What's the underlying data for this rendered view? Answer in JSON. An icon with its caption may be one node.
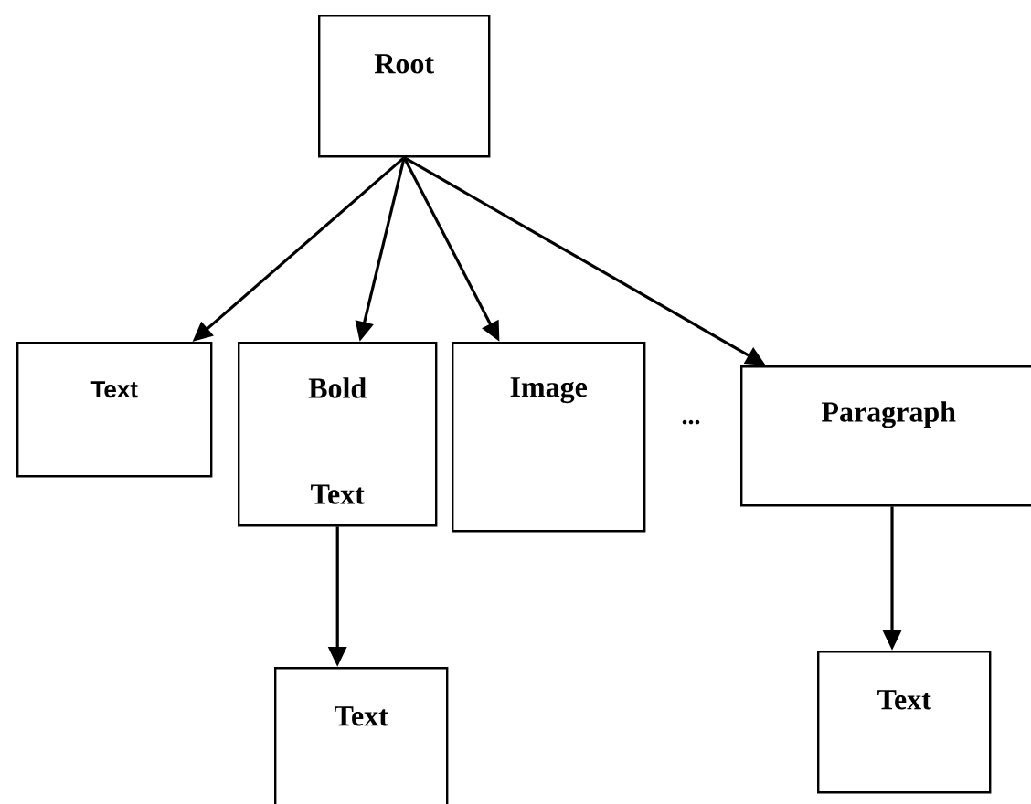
{
  "diagram": {
    "nodes": [
      {
        "text": [
          "Root"
        ]
      },
      {
        "text": [
          "Text"
        ]
      },
      {
        "text": [
          "Bold Text"
        ]
      },
      {
        "text": [
          "Image"
        ]
      },
      {
        "text": [
          "Paragraph"
        ]
      },
      {
        "text": [
          "Text"
        ]
      },
      {
        "text": [
          "Text"
        ]
      }
    ],
    "edges": [
      {
        "from": 0,
        "to": 1,
        "arrow": "to"
      },
      {
        "from": 0,
        "to": 2,
        "arrow": "to"
      },
      {
        "from": 0,
        "to": 3,
        "arrow": "to"
      },
      {
        "from": 0,
        "to": 4,
        "arrow": "to"
      },
      {
        "from": 2,
        "to": 5,
        "arrow": "to"
      },
      {
        "from": 4,
        "to": 6,
        "arrow": "to"
      }
    ],
    "labels": [
      "..."
    ]
  }
}
